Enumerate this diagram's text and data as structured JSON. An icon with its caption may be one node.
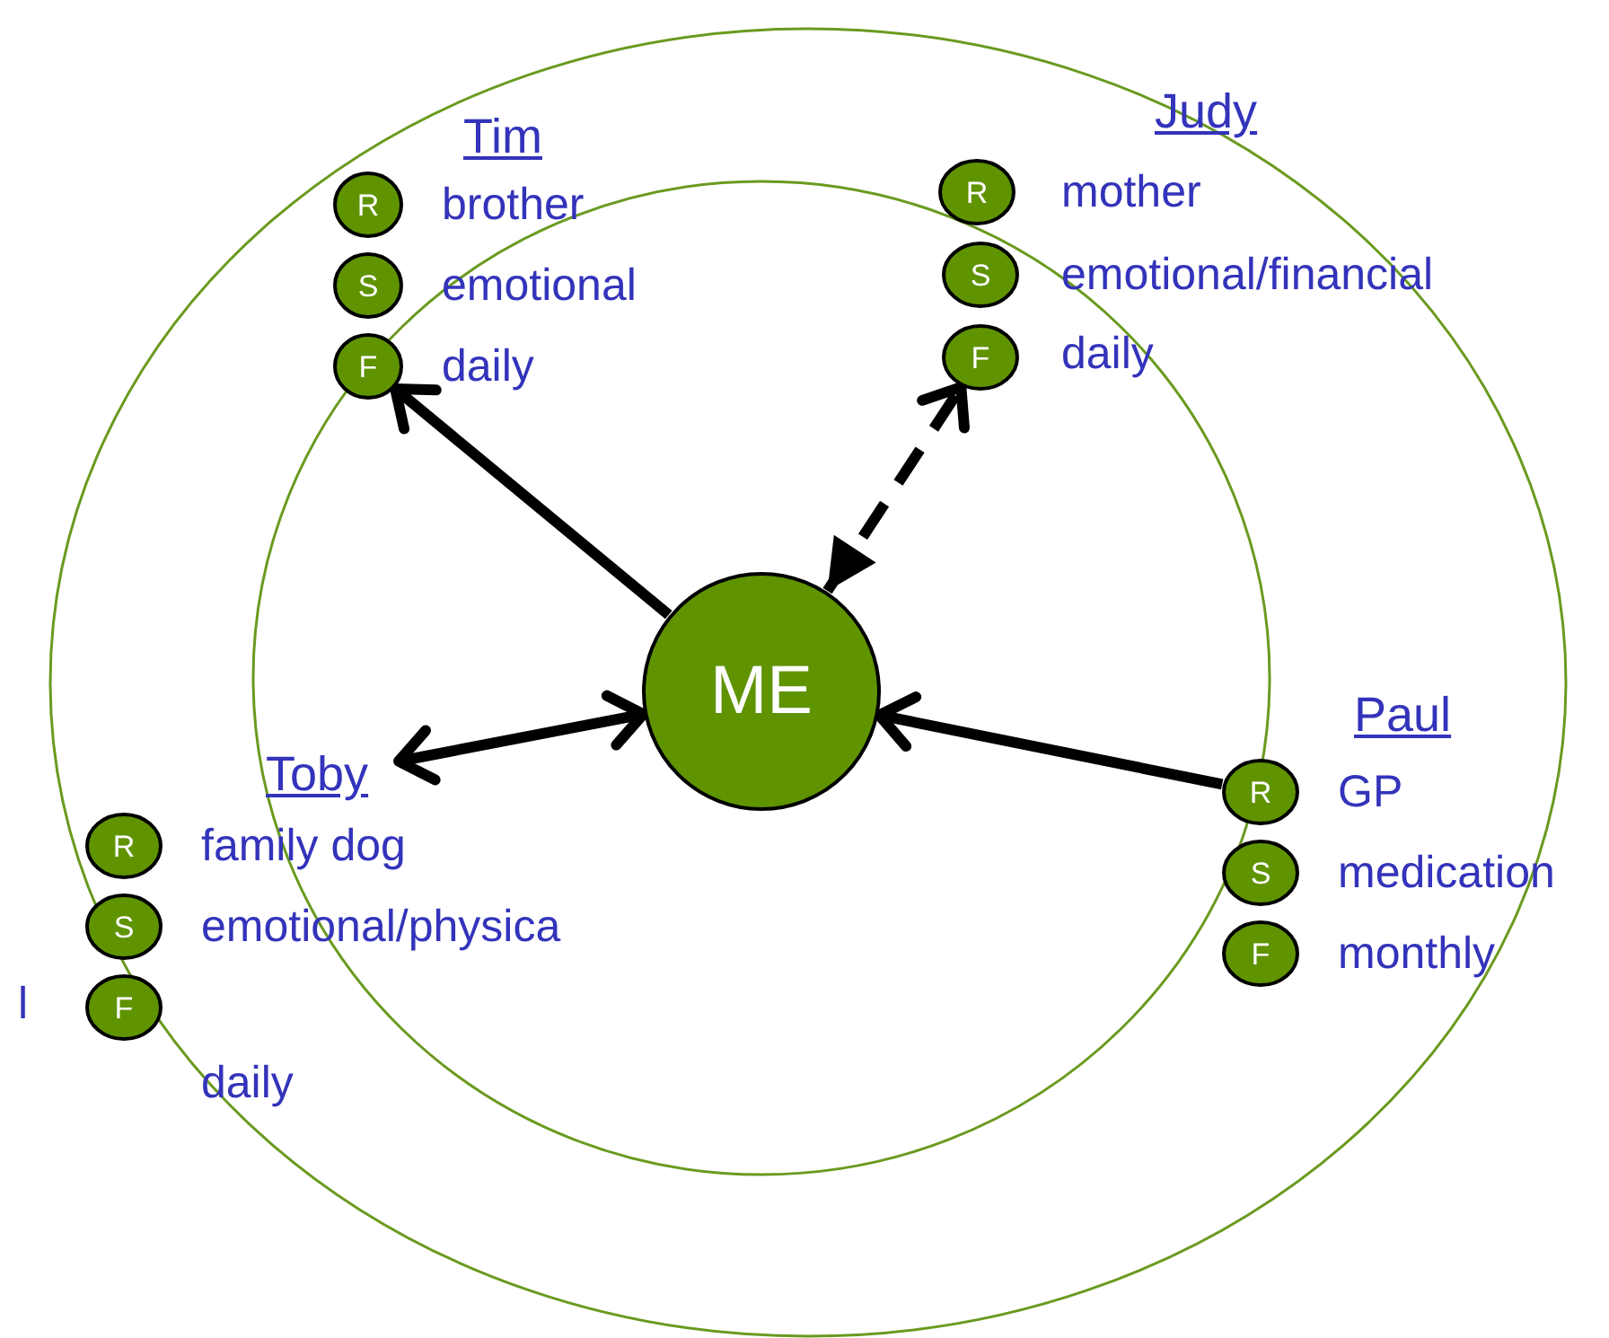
{
  "diagram": {
    "nodes": [
      {
        "text": [],
        "shape": "circle"
      },
      {
        "text": [],
        "shape": "circle",
        "in": 0
      },
      {
        "text": [
          "ME"
        ],
        "in": 1
      },
      {
        "text": [
          "Tim"
        ],
        "in": 0
      },
      {
        "text": [
          "R"
        ],
        "beside": [
          "brother"
        ],
        "in": 0
      },
      {
        "text": [
          "S"
        ],
        "beside": [
          "emotional"
        ],
        "in": 0
      },
      {
        "text": [
          "F"
        ],
        "beside": [
          "daily"
        ],
        "in": 1
      },
      {
        "text": [
          "Judy"
        ]
      },
      {
        "text": [
          "R"
        ],
        "beside": [
          "mother"
        ],
        "in": 0
      },
      {
        "text": [
          "S"
        ],
        "beside": [
          "emotional/financial"
        ],
        "in": 1
      },
      {
        "text": [
          "F"
        ],
        "beside": [
          "daily"
        ],
        "in": 1
      },
      {
        "text": [
          "Toby"
        ],
        "in": 1
      },
      {
        "text": [
          "R"
        ],
        "beside": [
          "family dog"
        ],
        "in": 0
      },
      {
        "text": [
          "S"
        ],
        "beside": [
          "emotional/physica"
        ],
        "in": 0
      },
      {
        "text": [
          "F"
        ],
        "beside": [
          "daily"
        ],
        "in": 0
      },
      {
        "text": [
          "Paul"
        ],
        "in": 0
      },
      {
        "text": [
          "R"
        ],
        "beside": [
          "GP"
        ],
        "in": 0
      },
      {
        "text": [
          "S"
        ],
        "beside": [
          "medication"
        ],
        "in": 0
      },
      {
        "text": [
          "F"
        ],
        "beside": [
          "monthly"
        ],
        "in": 0
      }
    ],
    "edges": [
      {
        "from": 2,
        "to": 6,
        "arrow": "to"
      },
      {
        "from": 2,
        "to": 10,
        "arrow": "both",
        "style": "dashed"
      },
      {
        "from": 2,
        "to": 11,
        "arrow": "both"
      },
      {
        "from": 16,
        "to": 2,
        "arrow": "to"
      }
    ],
    "labels": [
      "l"
    ]
  }
}
